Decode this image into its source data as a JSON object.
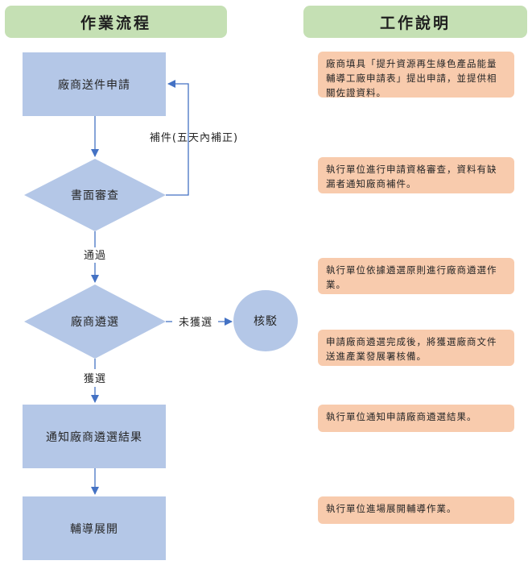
{
  "headers": {
    "left": "作業流程",
    "right": "工作說明"
  },
  "flow": {
    "step_submit": "廠商送件申請",
    "step_review": "書面審查",
    "step_select": "廠商遴選",
    "step_reject": "核駁",
    "step_notify": "通知廠商遴選結果",
    "step_guidance": "輔導展開",
    "label_supplement": "補件(五天內補正)",
    "label_pass": "通過",
    "label_not_selected": "未獲選",
    "label_selected": "獲選"
  },
  "notes": [
    "廠商填具「提升資源再生綠色產品能量輔導工廠申請表」提出申請，並提供相關佐證資料。",
    "執行單位進行申請資格審查，資料有缺漏者通知廠商補件。",
    "執行單位依據遴選原則進行廠商遴選作業。",
    "申請廠商遴選完成後，將獲選廠商文件送進產業發展署核備。",
    "執行單位通知申請廠商遴選結果。",
    "執行單位進場展開輔導作業。"
  ],
  "colors": {
    "header_bg": "#c5e0b4",
    "shape_fill": "#b4c7e7",
    "note_bg": "#f8cbad",
    "arrow": "#4472c4"
  }
}
